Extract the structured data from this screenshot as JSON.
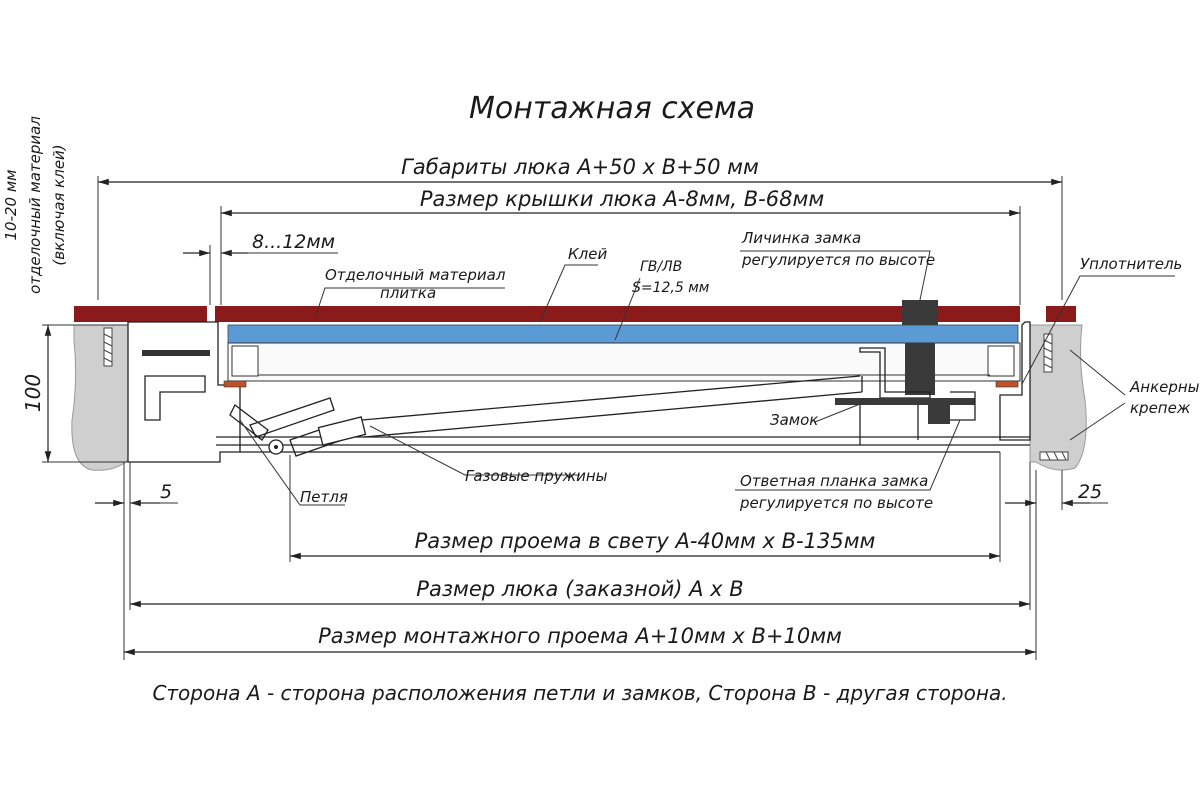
{
  "title": "Монтажная схема",
  "dimensions": {
    "overall": "Габариты люка А+50 x В+50 мм",
    "cover": "Размер крышки люка А-8мм, В-68мм",
    "gap": "8...12мм",
    "clear_opening": "Размер проема в свету А-40мм x В-135мм",
    "hatch": "Размер люка (заказной) А x В",
    "mounting_opening": "Размер монтажного проема А+10мм x В+10мм",
    "height": "100",
    "left_offset": "5",
    "right_offset": "25"
  },
  "side_note": {
    "line1": "10-20 мм",
    "line2": "отделочный материал",
    "line3": "(включая клей)"
  },
  "labels": {
    "finish_line1": "Отделочный материал",
    "finish_line2": "плитка",
    "glue": "Клей",
    "gvl_line1": "ГВ/ЛВ",
    "gvl_line2": "S=12,5 мм",
    "lock_face_line1": "Личинка замка",
    "lock_face_line2": "регулируется по высоте",
    "seal": "Уплотнитель",
    "anchor_line1": "Анкерный",
    "anchor_line2": "крепеж",
    "lock": "Замок",
    "gas_springs": "Газовые пружины",
    "strike_line1": "Ответная планка замка",
    "strike_line2": "регулируется по высоте",
    "hinge": "Петля"
  },
  "footer": "Сторона А - сторона расположения петли и замков, Сторона В - другая сторона.",
  "colors": {
    "finish": "#8b1a1a",
    "gypsum": "#5b9bd5",
    "wall": "#cfcfcf",
    "metal": "#f2f2f2",
    "seal": "#c0522a",
    "line": "#222222"
  }
}
